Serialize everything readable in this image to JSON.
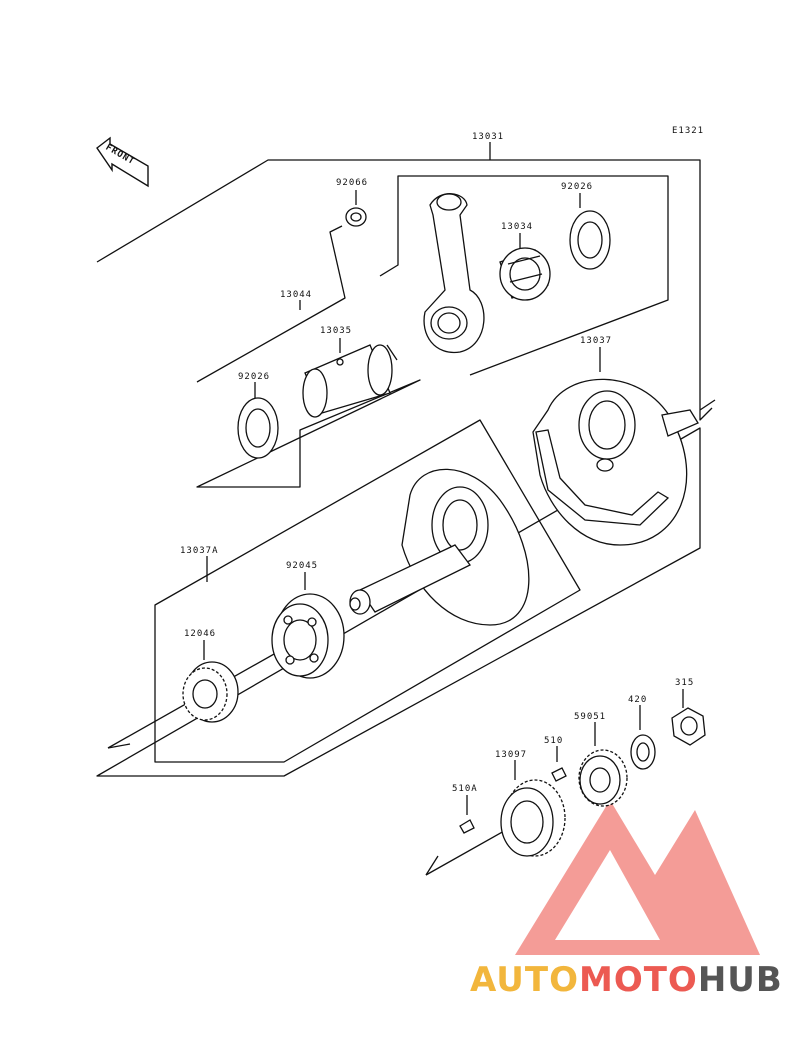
{
  "diagram_code": "E1321",
  "front_label": "FRONT",
  "parts": {
    "p13031": "13031",
    "p92066": "92066",
    "p92026_top": "92026",
    "p13034": "13034",
    "p13044": "13044",
    "p13035": "13035",
    "p92026_left": "92026",
    "p13037": "13037",
    "p13037A": "13037A",
    "p92045": "92045",
    "p12046": "12046",
    "p315": "315",
    "p420": "420",
    "p59051": "59051",
    "p510": "510",
    "p13097": "13097",
    "p510A": "510A"
  },
  "watermark": {
    "part1": "AUTO",
    "part2": "MOTO",
    "part3": "HUB"
  },
  "colors": {
    "line": "#111111",
    "watermark_red": "#ec5a52",
    "watermark_orange": "#f2b63c",
    "watermark_gray": "#555555"
  }
}
